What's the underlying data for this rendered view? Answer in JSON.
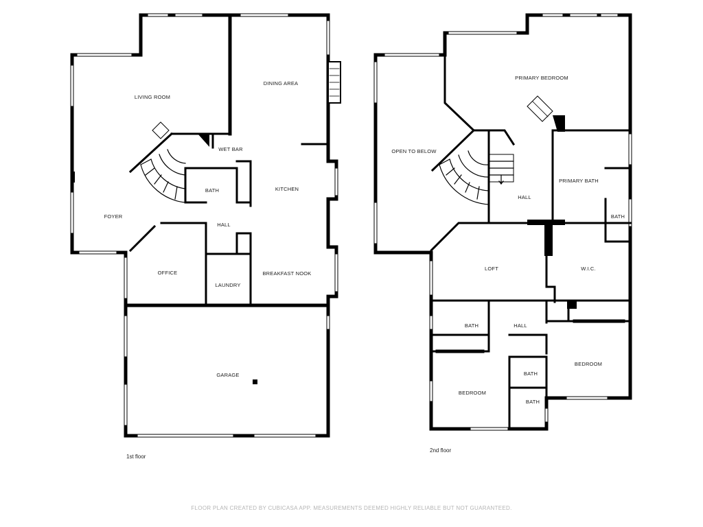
{
  "floor1": {
    "label": "1st floor",
    "rooms": {
      "living_room": "LIVING ROOM",
      "dining_area": "DINING AREA",
      "wet_bar": "WET BAR",
      "bath": "BATH",
      "kitchen": "KITCHEN",
      "foyer": "FOYER",
      "hall": "HALL",
      "office": "OFFICE",
      "laundry": "LAUNDRY",
      "breakfast_nook": "BREAKFAST NOOK",
      "garage": "GARAGE"
    }
  },
  "floor2": {
    "label": "2nd floor",
    "rooms": {
      "primary_bedroom": "PRIMARY BEDROOM",
      "open_to_below": "OPEN TO BELOW",
      "hall_upper": "HALL",
      "primary_bath": "PRIMARY BATH",
      "bath_small": "BATH",
      "loft": "LOFT",
      "wic": "W.I.C.",
      "bath_mid": "BATH",
      "hall_lower": "HALL",
      "bedroom_right": "BEDROOM",
      "bedroom_left": "BEDROOM",
      "bath_a": "BATH",
      "bath_b": "BATH"
    }
  },
  "footer": "FLOOR PLAN CREATED BY CUBICASA APP. MEASUREMENTS DEEMED HIGHLY RELIABLE BUT NOT GUARANTEED."
}
